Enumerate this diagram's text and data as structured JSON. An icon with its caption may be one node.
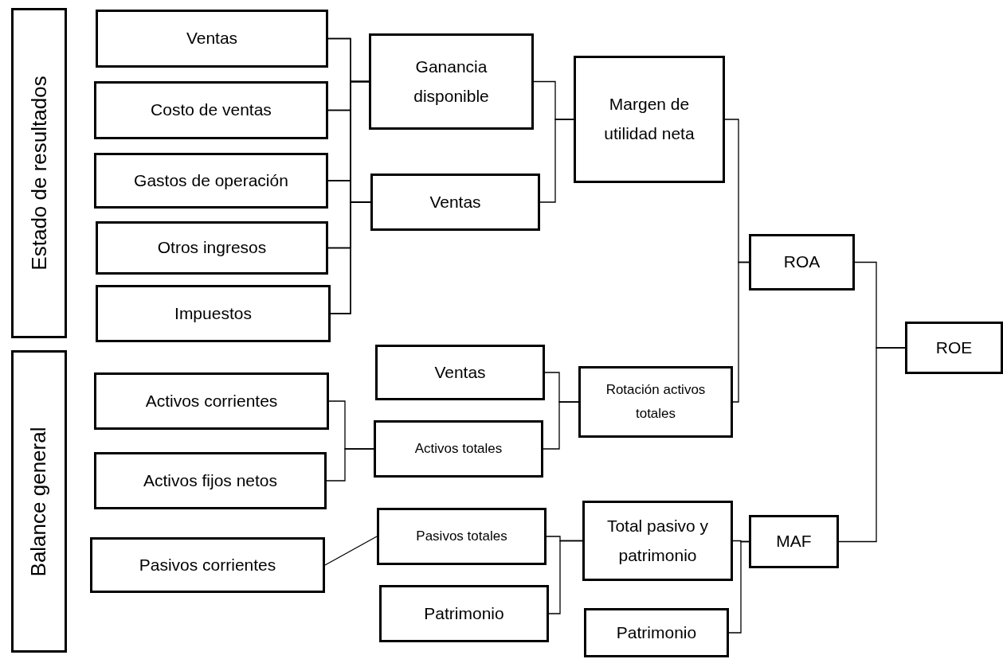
{
  "diagram": {
    "nodes": [
      {
        "text": [
          "Estado de resultados"
        ]
      },
      {
        "text": [
          "Ventas"
        ]
      },
      {
        "text": [
          "Costo de ventas"
        ]
      },
      {
        "text": [
          "Gastos de operación"
        ]
      },
      {
        "text": [
          "Otros ingresos"
        ]
      },
      {
        "text": [
          "Impuestos"
        ]
      },
      {
        "text": [
          "Ganancia disponible"
        ]
      },
      {
        "text": [
          "Ventas"
        ]
      },
      {
        "text": [
          "Margen de utilidad neta"
        ]
      },
      {
        "text": [
          "ROA"
        ]
      },
      {
        "text": [
          "ROE"
        ]
      },
      {
        "text": [
          "Balance general"
        ]
      },
      {
        "text": [
          "Activos corrientes"
        ]
      },
      {
        "text": [
          "Activos fijos netos"
        ]
      },
      {
        "text": [
          "Ventas"
        ]
      },
      {
        "text": [
          "Activos totales"
        ]
      },
      {
        "text": [
          "Rotación activos totales"
        ]
      },
      {
        "text": [
          "Pasivos corrientes"
        ]
      },
      {
        "text": [
          "Pasivos totales"
        ]
      },
      {
        "text": [
          "Patrimonio"
        ]
      },
      {
        "text": [
          "Total pasivo y patrimonio"
        ]
      },
      {
        "text": [
          "MAF"
        ]
      },
      {
        "text": [
          "Patrimonio"
        ]
      }
    ],
    "edges": [
      {
        "from": 1,
        "to": 6,
        "arrow": "none"
      },
      {
        "from": 2,
        "to": 6,
        "arrow": "none"
      },
      {
        "from": 3,
        "to": 6,
        "arrow": "none"
      },
      {
        "from": 4,
        "to": 6,
        "arrow": "none"
      },
      {
        "from": 5,
        "to": 6,
        "arrow": "none"
      },
      {
        "from": 1,
        "to": 7,
        "arrow": "none"
      },
      {
        "from": 2,
        "to": 7,
        "arrow": "none"
      },
      {
        "from": 3,
        "to": 7,
        "arrow": "none"
      },
      {
        "from": 4,
        "to": 7,
        "arrow": "none"
      },
      {
        "from": 5,
        "to": 7,
        "arrow": "none"
      },
      {
        "from": 6,
        "to": 8,
        "arrow": "none"
      },
      {
        "from": 7,
        "to": 8,
        "arrow": "none"
      },
      {
        "from": 8,
        "to": 9,
        "arrow": "none"
      },
      {
        "from": 16,
        "to": 9,
        "arrow": "none"
      },
      {
        "from": 9,
        "to": 10,
        "arrow": "none"
      },
      {
        "from": 21,
        "to": 10,
        "arrow": "none"
      },
      {
        "from": 12,
        "to": 15,
        "arrow": "none"
      },
      {
        "from": 13,
        "to": 15,
        "arrow": "none"
      },
      {
        "from": 14,
        "to": 16,
        "arrow": "none"
      },
      {
        "from": 15,
        "to": 16,
        "arrow": "none"
      },
      {
        "from": 17,
        "to": 18,
        "arrow": "none"
      },
      {
        "from": 18,
        "to": 20,
        "arrow": "none"
      },
      {
        "from": 19,
        "to": 20,
        "arrow": "none"
      },
      {
        "from": 20,
        "to": 21,
        "arrow": "none"
      },
      {
        "from": 22,
        "to": 21,
        "arrow": "none"
      }
    ]
  }
}
